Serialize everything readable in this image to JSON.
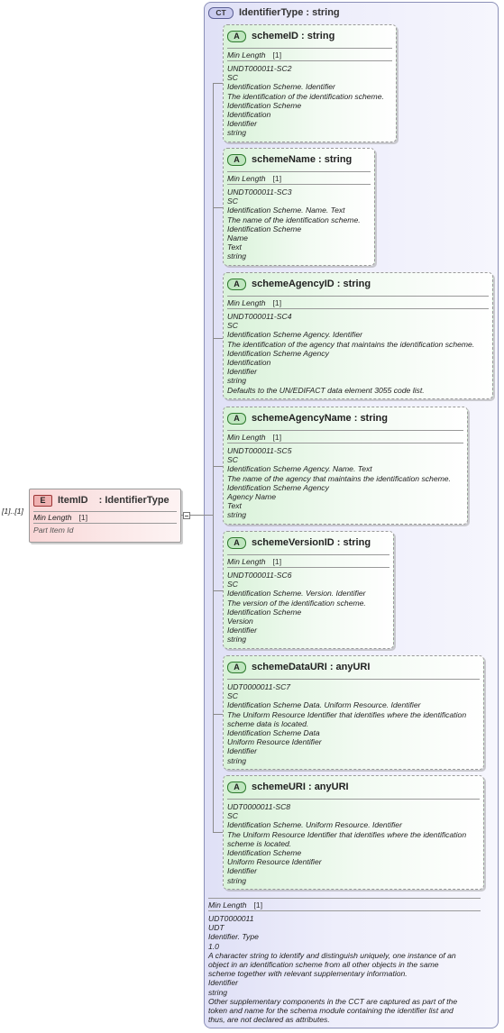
{
  "element": {
    "badge": "E",
    "name": "ItemID",
    "type": ": IdentifierType",
    "cardinality": "[1]..[1]",
    "prop_label": "Min Length",
    "prop_mult": "[1]",
    "doc": "Part Item Id"
  },
  "complex_type": {
    "badge": "CT",
    "title": "IdentifierType : string",
    "prop_label": "Min Length",
    "prop_mult": "[1]",
    "doc_lines": [
      "UDT0000011",
      "UDT",
      "Identifier. Type",
      "1.0",
      "A character string to identify and distinguish uniquely, one instance of an",
      "object in an identification scheme from all other objects in the same",
      "scheme together with relevant supplementary information.",
      "Identifier",
      "string",
      "Other supplementary components in the CCT are captured as part of the",
      "token and name for the schema module containing the identifier list and",
      "thus, are not declared as attributes."
    ]
  },
  "attributes": [
    {
      "badge": "A",
      "title": "schemeID : string",
      "prop_label": "Min Length",
      "prop_mult": "[1]",
      "lines": [
        "UNDT000011-SC2",
        "SC",
        "Identification Scheme. Identifier",
        "The identification of the identification scheme.",
        "Identification Scheme",
        "Identification",
        "Identifier",
        "string"
      ]
    },
    {
      "badge": "A",
      "title": "schemeName : string",
      "prop_label": "Min Length",
      "prop_mult": "[1]",
      "lines": [
        "UNDT000011-SC3",
        "SC",
        "Identification Scheme. Name. Text",
        "The name of the identification scheme.",
        "Identification Scheme",
        "Name",
        "Text",
        "string"
      ]
    },
    {
      "badge": "A",
      "title": "schemeAgencyID : string",
      "prop_label": "Min Length",
      "prop_mult": "[1]",
      "lines": [
        "UNDT000011-SC4",
        "SC",
        "Identification Scheme Agency. Identifier",
        "The identification of the agency that maintains the identification scheme.",
        "Identification Scheme Agency",
        "Identification",
        "Identifier",
        "string",
        "Defaults to the UN/EDIFACT data element 3055 code list."
      ]
    },
    {
      "badge": "A",
      "title": "schemeAgencyName : string",
      "prop_label": "Min Length",
      "prop_mult": "[1]",
      "lines": [
        "UNDT000011-SC5",
        "SC",
        "Identification Scheme Agency. Name. Text",
        "The name of the agency that maintains the identification scheme.",
        "Identification Scheme Agency",
        "Agency Name",
        "Text",
        "string"
      ]
    },
    {
      "badge": "A",
      "title": "schemeVersionID : string",
      "prop_label": "Min Length",
      "prop_mult": "[1]",
      "lines": [
        "UNDT000011-SC6",
        "SC",
        "Identification Scheme. Version. Identifier",
        "The version of the identification scheme.",
        "Identification Scheme",
        "Version",
        "Identifier",
        "string"
      ]
    },
    {
      "badge": "A",
      "title": "schemeDataURI : anyURI",
      "lines": [
        "UDT0000011-SC7",
        "SC",
        "Identification Scheme Data. Uniform Resource. Identifier",
        "The Uniform Resource Identifier that identifies where the identification",
        "scheme data is located.",
        "Identification Scheme Data",
        "Uniform Resource Identifier",
        "Identifier",
        "string"
      ]
    },
    {
      "badge": "A",
      "title": "schemeURI : anyURI",
      "lines": [
        "UDT0000011-SC8",
        "SC",
        "Identification Scheme. Uniform Resource. Identifier",
        "The Uniform Resource Identifier that identifies where the identification",
        "scheme is located.",
        "Identification Scheme",
        "Uniform Resource Identifier",
        "Identifier",
        "string"
      ]
    }
  ]
}
